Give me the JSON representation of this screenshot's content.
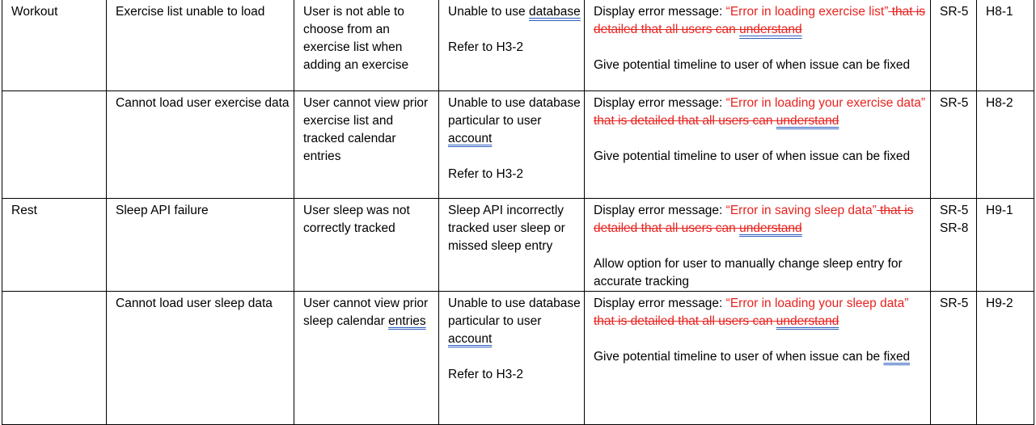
{
  "rows": [
    {
      "category": "Workout",
      "issue": "Exercise list unable to load",
      "impact": "User is not able to choose from an exercise list when adding an exercise",
      "cause_prefix": "Unable to use ",
      "cause_underlined": "database",
      "cause_ref": "Refer to H3-2",
      "mitigation_prefix": "Display error message: ",
      "mitigation_quote": "“Error in loading exercise list”",
      "mitigation_strike": " that is detailed that all users can ",
      "mitigation_strike_underlined": "understand",
      "mitigation_second": "Give potential timeline to user of when issue can be fixed",
      "requirement": "SR-5",
      "hazard_id": "H8-1"
    },
    {
      "issue": "Cannot load user exercise data",
      "impact": "User cannot view prior exercise list and tracked calendar entries",
      "cause_prefix": "Unable to use database particular to user ",
      "cause_underlined": "account",
      "cause_ref": "Refer to H3-2",
      "mitigation_prefix": "Display error message: ",
      "mitigation_quote": "“Error in loading your exercise data”",
      "mitigation_strike": " that is detailed that all users can ",
      "mitigation_strike_underlined": "understand",
      "mitigation_second": "Give potential timeline to user of when issue can be fixed",
      "requirement": "SR-5",
      "hazard_id": "H8-2"
    },
    {
      "category": "Rest",
      "issue": "Sleep API failure",
      "impact": "User sleep was not correctly tracked",
      "cause": "Sleep API incorrectly tracked user sleep or missed sleep entry",
      "mitigation_prefix": "Display error message: ",
      "mitigation_quote": "“Error in saving sleep data”",
      "mitigation_strike": " that is detailed that all users can ",
      "mitigation_strike_underlined": "understand",
      "mitigation_second": "Allow option for user to manually change sleep entry for accurate tracking",
      "requirement": "SR-5",
      "requirement_2": "SR-8",
      "hazard_id": "H9-1"
    },
    {
      "issue": "Cannot load user sleep data",
      "impact_prefix": "User cannot view prior sleep calendar ",
      "impact_underlined": "entries",
      "cause_prefix": "Unable to use database particular to user ",
      "cause_underlined": "account",
      "cause_ref": "Refer to H3-2",
      "mitigation_prefix": "Display error message: ",
      "mitigation_quote": "“Error in loading your sleep data”",
      "mitigation_strike": " that is detailed that all users can ",
      "mitigation_strike_underlined": "understand",
      "mitigation_second_prefix": "Give potential timeline to user of when issue can be ",
      "mitigation_second_underlined": "fixed",
      "requirement": "SR-5",
      "hazard_id": "H9-2"
    }
  ]
}
